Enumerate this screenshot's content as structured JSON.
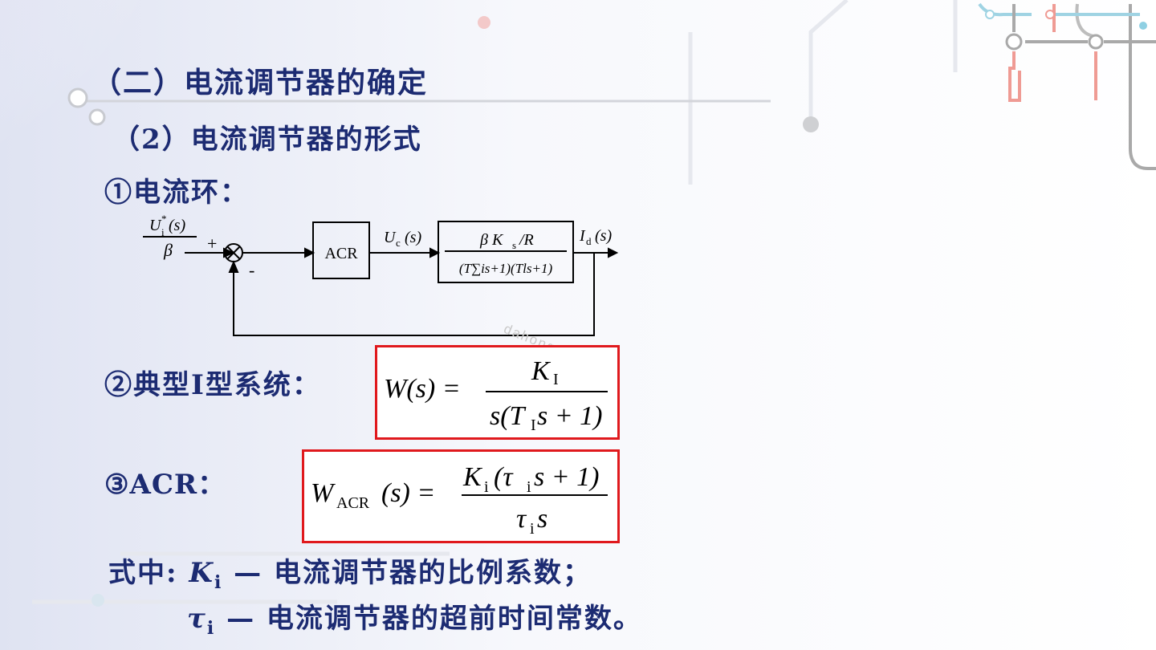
{
  "slide": {
    "section_title": "（二）电流调节器的确定",
    "subsection_title": "（2）电流调节器的形式",
    "item1_label": "①电流环：",
    "item2_label": "②典型I型系统：",
    "item3_label": "③ACR：",
    "note1": {
      "prefix": "式中:",
      "symbol": "K",
      "symbol_sub": "i",
      "text": " — 电流调节器的比例系数；"
    },
    "note2": {
      "symbol": "τ",
      "symbol_sub": "i",
      "text": " — 电流调节器的超前时间常数。"
    },
    "watermark": "dahongsa.com"
  },
  "diagram": {
    "input_num": "U",
    "input_num_sup": "*",
    "input_num_sub": "i",
    "input_num_arg": "(s)",
    "input_den": "β",
    "plus": "+",
    "minus": "-",
    "acr": "ACR",
    "uc": "U",
    "uc_sub": "c",
    "uc_arg": "(s)",
    "plant_num": "β K",
    "plant_num_sub": "s",
    "plant_num_tail": "/R",
    "plant_den": "(T∑is+1)(Tls+1)",
    "output": "I",
    "output_sub": "d",
    "output_arg": "(s)"
  },
  "equations": {
    "w_lhs": "W(s) =",
    "w_num": "K",
    "w_num_sub": "I",
    "w_den_a": "s(T",
    "w_den_sub": "I",
    "w_den_b": "s + 1)",
    "acr_lhs_w": "W",
    "acr_lhs_sub": "ACR",
    "acr_lhs_tail": "(s) =",
    "acr_num_k": "K",
    "acr_num_k_sub": "i",
    "acr_num_a": "(τ",
    "acr_num_tau_sub": "i",
    "acr_num_b": "s + 1)",
    "acr_den": "τ",
    "acr_den_sub": "i",
    "acr_den_s": "s"
  },
  "colors": {
    "text": "#1c2b72",
    "box_border": "#e0191d"
  }
}
